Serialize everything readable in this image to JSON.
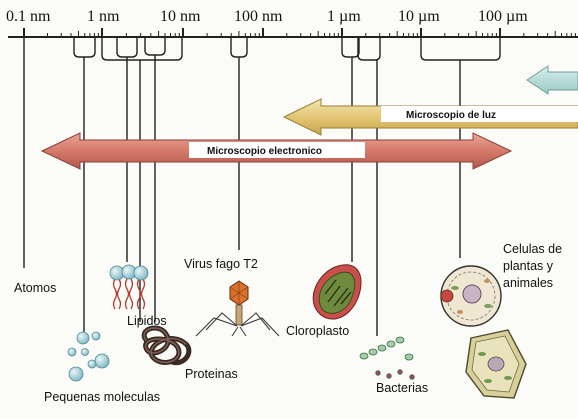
{
  "scale": {
    "ticks": [
      "0.1 nm",
      "1 nm",
      "10 nm",
      "100 nm",
      "1 µm",
      "10 µm",
      "100 µm"
    ]
  },
  "arrows": {
    "light_microscope": "Microscopio de luz",
    "electron_microscope": "Microscopio electronico"
  },
  "labels": {
    "atoms": "Atomos",
    "lipids": "Lipidos",
    "small_molecules": "Pequenas moleculas",
    "proteins": "Proteinas",
    "virus": "Virus fago T2",
    "chloroplast": "Cloroplasto",
    "bacteria": "Bacterias",
    "cells_line1": "Celulas de",
    "cells_line2": "plantas y",
    "cells_line3": "animales"
  },
  "colors": {
    "light_arrow": "#ecd58e",
    "electron_arrow": "#d97e6f",
    "eye_arrow": "#b9ddd9",
    "line": "#222222"
  }
}
